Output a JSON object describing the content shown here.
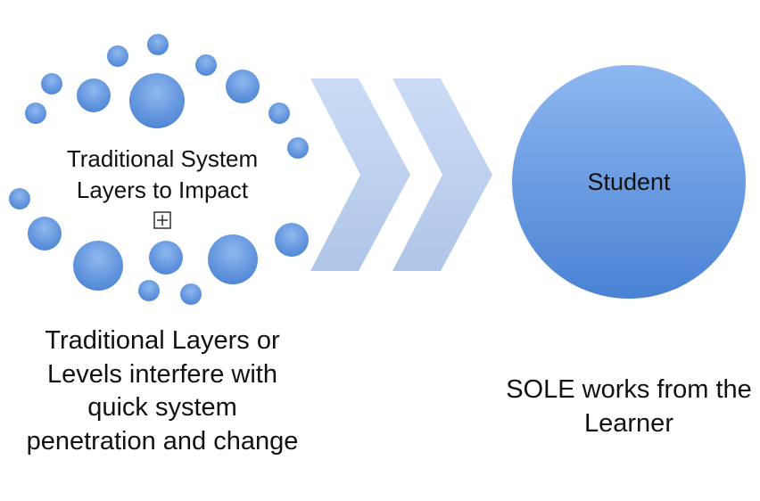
{
  "diagram": {
    "cluster": {
      "label_line1": "Traditional System",
      "label_line2": "Layers to Impact",
      "icon": "expand-box-icon",
      "bubble_color": "#6f9fe0"
    },
    "arrows": {
      "icon": "chevron-right-icon",
      "color": "#b4cbee"
    },
    "student": {
      "label": "Student",
      "color": "#5f95e0"
    },
    "left_caption": "Traditional Layers or Levels interfere with quick system penetration and change",
    "right_caption": "SOLE works from the Learner"
  }
}
